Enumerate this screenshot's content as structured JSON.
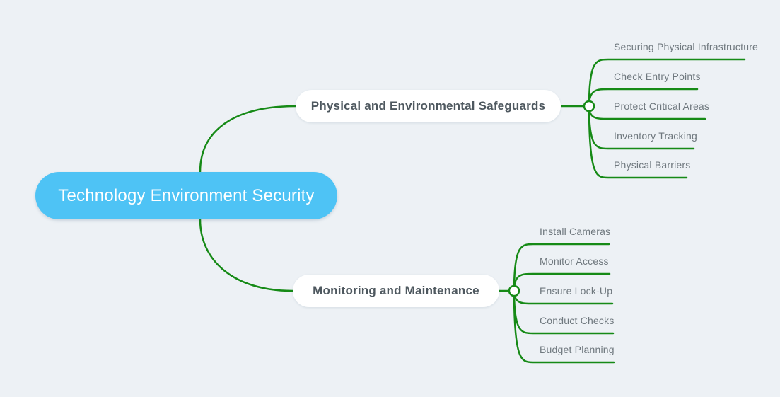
{
  "colors": {
    "background": "#edf1f5",
    "line": "#168a16",
    "root_fill": "#4ec3f5",
    "root_text": "#ffffff",
    "branch_text": "#4e585f",
    "leaf_text": "#6f787e"
  },
  "root": {
    "label": "Technology Environment Security"
  },
  "branches": [
    {
      "label": "Physical and Environmental Safeguards",
      "children": [
        {
          "label": "Securing Physical Infrastructure"
        },
        {
          "label": "Check Entry Points"
        },
        {
          "label": "Protect Critical Areas"
        },
        {
          "label": "Inventory Tracking"
        },
        {
          "label": "Physical Barriers"
        }
      ]
    },
    {
      "label": "Monitoring and Maintenance",
      "children": [
        {
          "label": "Install Cameras"
        },
        {
          "label": "Monitor Access"
        },
        {
          "label": "Ensure Lock-Up"
        },
        {
          "label": "Conduct Checks"
        },
        {
          "label": "Budget Planning"
        }
      ]
    }
  ]
}
